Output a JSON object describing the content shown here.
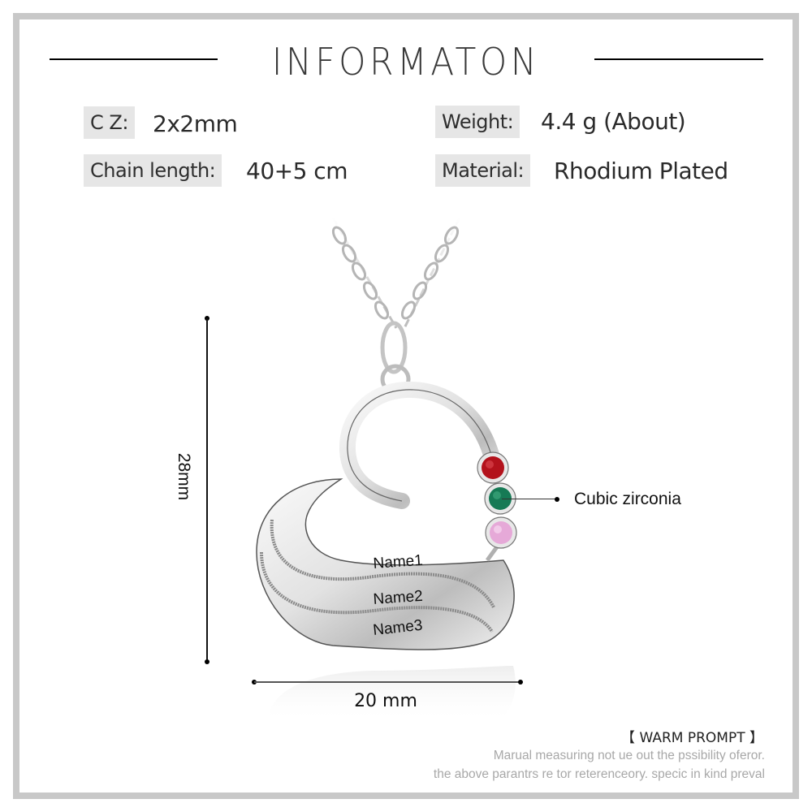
{
  "header": {
    "title": "INFORMATON"
  },
  "specs": [
    {
      "label": "C Z:",
      "value": "2x2mm"
    },
    {
      "label": "Weight:",
      "value": "4.4 g (About)"
    },
    {
      "label": "Chain length:",
      "value": "40+5 cm"
    },
    {
      "label": "Material:",
      "value": "Rhodium Plated"
    }
  ],
  "product": {
    "engravings": [
      "Name1",
      "Name2",
      "Name3"
    ],
    "stones": [
      {
        "name": "red-stone",
        "color": "#b3121c"
      },
      {
        "name": "green-stone",
        "color": "#167a55"
      },
      {
        "name": "pink-stone",
        "color": "#e6a9d8"
      }
    ],
    "callout": "Cubic zirconia"
  },
  "dimensions": {
    "height": "28mm",
    "width": "20 mm"
  },
  "warm_prompt": {
    "title": "【 WARM PROMPT 】",
    "lines": [
      "Marual measuring not ue out the pssibility oferor.",
      "the above parantrs re tor reterenceory. specic in kind preval"
    ]
  }
}
